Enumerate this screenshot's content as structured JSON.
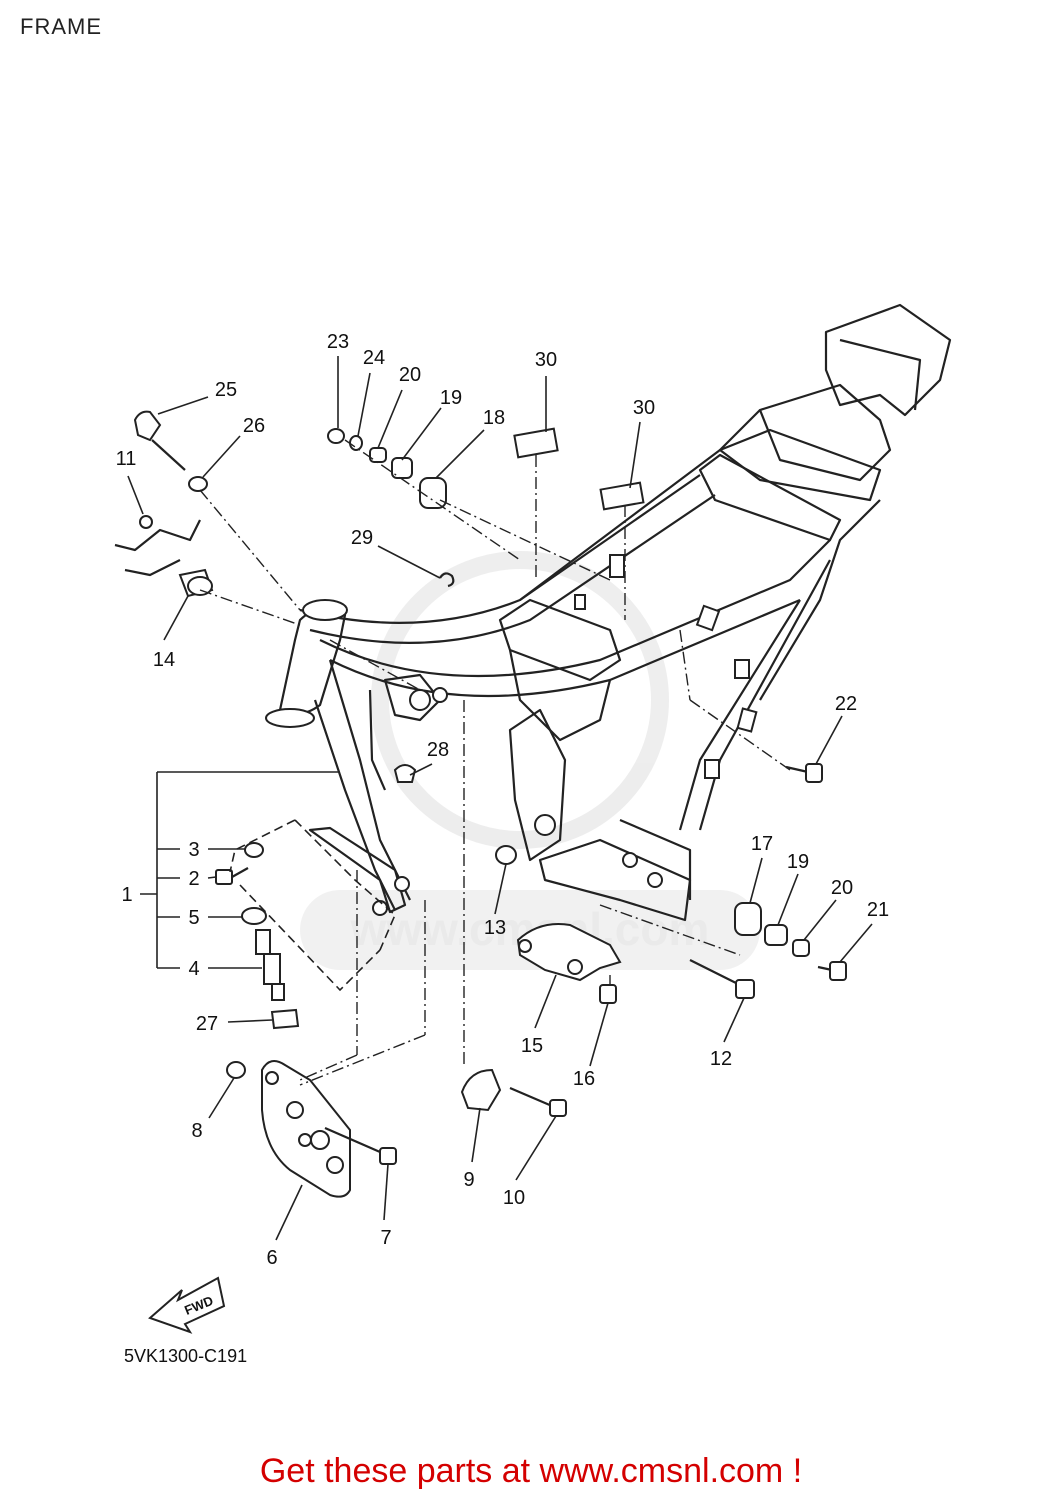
{
  "page": {
    "title": "FRAME",
    "diagram_code": "5VK1300-C191",
    "fwd_label": "FWD",
    "watermark": "www.cmsnl.com",
    "footer_text": "Get these parts at www.cmsnl.com !"
  },
  "callouts": [
    "1",
    "2",
    "3",
    "4",
    "5",
    "6",
    "7",
    "8",
    "9",
    "10",
    "11",
    "12",
    "13",
    "14",
    "15",
    "16",
    "17",
    "18",
    "19",
    "20",
    "21",
    "22",
    "23",
    "24",
    "25",
    "26",
    "27",
    "28",
    "29",
    "30"
  ],
  "labels": {
    "n1": "1",
    "n2": "2",
    "n3": "3",
    "n4": "4",
    "n5": "5",
    "n6": "6",
    "n7": "7",
    "n8": "8",
    "n9": "9",
    "n10": "10",
    "n11": "11",
    "n12": "12",
    "n13": "13",
    "n14": "14",
    "n15": "15",
    "n16": "16",
    "n17": "17",
    "n18": "18",
    "n19a": "19",
    "n19b": "19",
    "n20a": "20",
    "n20b": "20",
    "n21": "21",
    "n22": "22",
    "n23": "23",
    "n24": "24",
    "n25": "25",
    "n26": "26",
    "n27": "27",
    "n28": "28",
    "n29": "29",
    "n30a": "30",
    "n30b": "30"
  },
  "colors": {
    "footer": "#d40000",
    "line": "#222222",
    "watermark": "#e8e8e8"
  }
}
